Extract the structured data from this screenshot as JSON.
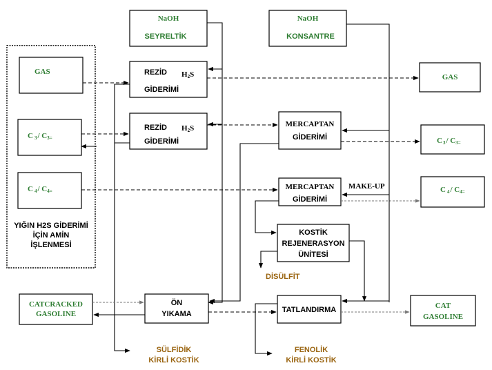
{
  "naoh_dilute": {
    "top": "NaOH",
    "bottom": "SEYRELTİK"
  },
  "naoh_conc": {
    "top": "NaOH",
    "bottom": "KONSANTRE"
  },
  "amine_group": {
    "line1": "YIĞIN H2S GİDERİMİ",
    "line2": "İÇİN AMİN",
    "line3": "İŞLENMESİ"
  },
  "inputs": {
    "gas": "GAS",
    "c3_a": "C",
    "c3_b": "3",
    "c3_c": "/ C",
    "c3_d": "3=",
    "c4_a": "C",
    "c4_b": "4",
    "c4_c": "/ C",
    "c4_d": "4=",
    "catcracked_1": "CATCRACKED",
    "catcracked_2": "GASOLINE"
  },
  "h2s_box1": {
    "l1": "REZİD",
    "h": "H",
    "two": "2",
    "s": "S",
    "l2": "GİDERİMİ"
  },
  "h2s_box2": {
    "l1": "REZİD",
    "h": "H",
    "two": "2",
    "s": "S",
    "l2": "GİDERİMİ"
  },
  "mercaptan1": {
    "l1": "MERCAPTAN",
    "l2": "GİDERİMİ"
  },
  "mercaptan2": {
    "l1": "MERCAPTAN",
    "l2": "GİDERİMİ"
  },
  "make_up": "MAKE-UP",
  "regen": {
    "l1": "KOSTİK",
    "l2": "REJENERASYON",
    "l3": "ÜNİTESİ"
  },
  "disulfit": "DİSÜLFİT",
  "prewash": {
    "l1": "ÖN",
    "l2": "YIKAMA"
  },
  "sweetening": "TATLANDIRMA",
  "outputs": {
    "gas": "GAS",
    "c3_a": "C",
    "c3_b": "3",
    "c3_c": "/ C",
    "c3_d": "3=",
    "c4_a": "C",
    "c4_b": "4",
    "c4_c": "/ C",
    "c4_d": "4=",
    "cat_1": "CAT",
    "cat_2": "GASOLINE"
  },
  "sulfidic": {
    "l1": "SÜLFİDİK",
    "l2": "KİRLİ KOSTİK"
  },
  "phenolic": {
    "l1": "FENOLİK",
    "l2": "KİRLİ KOSTİK"
  }
}
